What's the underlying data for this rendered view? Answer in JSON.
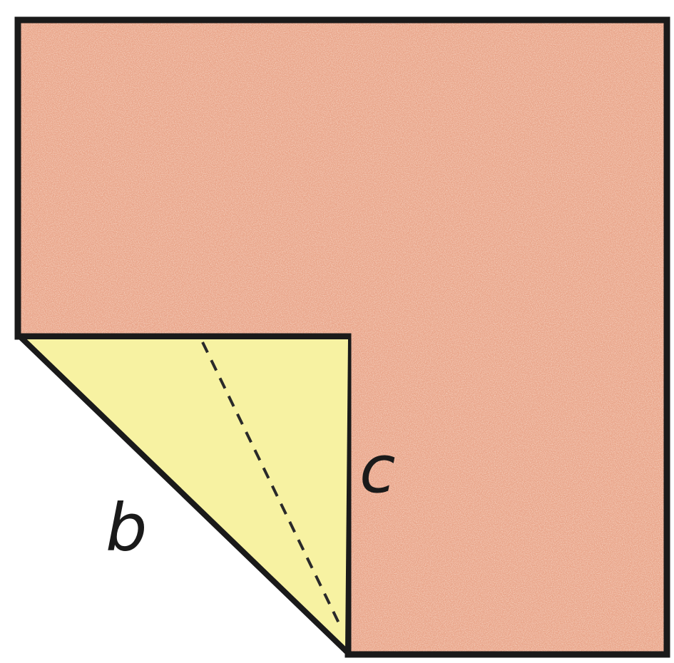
{
  "diagram": {
    "labels": {
      "b": "b",
      "c": "c"
    },
    "colors": {
      "paper": "#e9a58a",
      "paper_speckle": "#f4c5a6",
      "folded_flap": "#f7f2a2",
      "outline": "#1a1a1a",
      "fold_line": "#2a2a2a",
      "background": "#ffffff"
    },
    "fold_line_style": "dashed"
  }
}
